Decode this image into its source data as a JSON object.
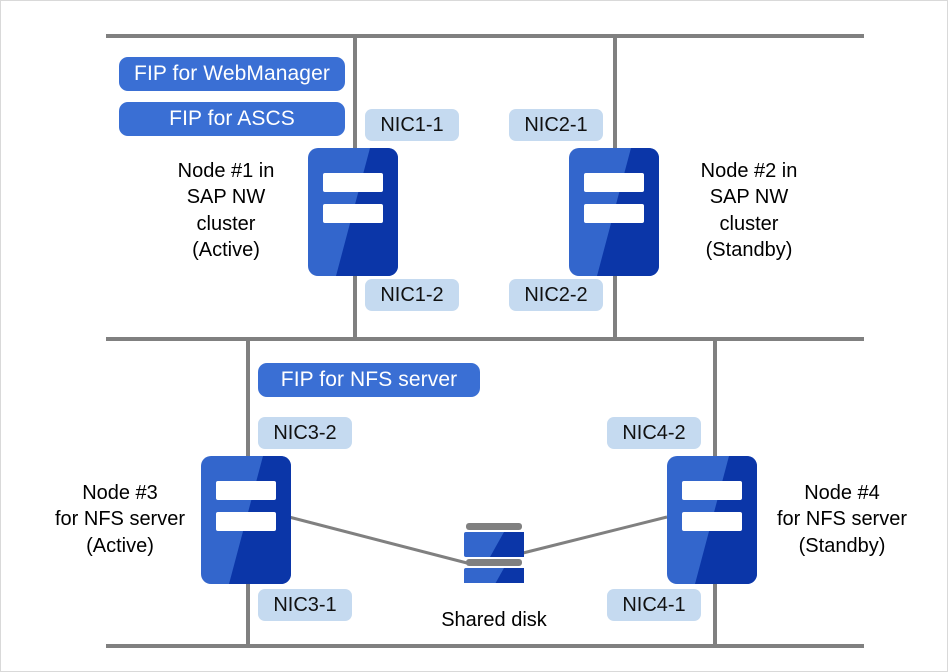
{
  "diagram": {
    "title": "SAP NW cluster with NFS server cluster and shared disk",
    "colors": {
      "fip_pill_bg": "#3A6FD4",
      "fip_pill_text": "#FFFFFF",
      "nic_pill_bg": "#C5DAF0",
      "nic_pill_text": "#111111",
      "bus_line": "#808080",
      "connector_line": "#808080",
      "server_light": "#3366CC",
      "server_dark": "#0B36A8",
      "server_slot": "#FFFFFF",
      "disk_band": "#808080",
      "page_border": "#D9D9D9",
      "background": "#FFFFFF"
    }
  },
  "fips": [
    {
      "id": "fip-webmanager",
      "label": "FIP for WebManager"
    },
    {
      "id": "fip-ascs",
      "label": "FIP for ASCS"
    },
    {
      "id": "fip-nfs-server",
      "label": "FIP for NFS server"
    }
  ],
  "nics": [
    {
      "id": "nic1-1",
      "label": "NIC1-1"
    },
    {
      "id": "nic1-2",
      "label": "NIC1-2"
    },
    {
      "id": "nic2-1",
      "label": "NIC2-1"
    },
    {
      "id": "nic2-2",
      "label": "NIC2-2"
    },
    {
      "id": "nic3-2",
      "label": "NIC3-2"
    },
    {
      "id": "nic3-1",
      "label": "NIC3-1"
    },
    {
      "id": "nic4-2",
      "label": "NIC4-2"
    },
    {
      "id": "nic4-1",
      "label": "NIC4-1"
    }
  ],
  "nodes": [
    {
      "id": "node-1",
      "label": "Node #1 in\nSAP NW\ncluster\n(Active)",
      "role": "SAP NW cluster",
      "state": "Active"
    },
    {
      "id": "node-2",
      "label": "Node #2 in\nSAP NW\ncluster\n(Standby)",
      "role": "SAP NW cluster",
      "state": "Standby"
    },
    {
      "id": "node-3",
      "label": "Node #3\nfor NFS server\n(Active)",
      "role": "NFS server",
      "state": "Active"
    },
    {
      "id": "node-4",
      "label": "Node #4\nfor NFS server\n(Standby)",
      "role": "NFS server",
      "state": "Standby"
    }
  ],
  "storage": {
    "id": "shared-disk",
    "label": "Shared disk"
  }
}
